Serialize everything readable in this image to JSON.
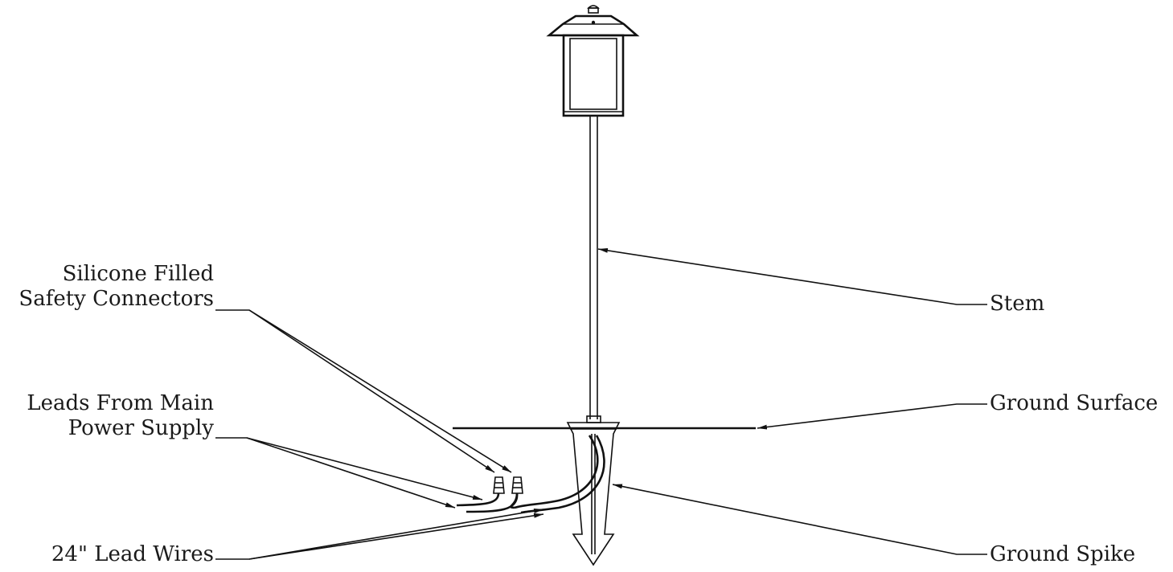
{
  "labels": {
    "silicone_line1": "Silicone Filled",
    "silicone_line2": "Safety Connectors",
    "leads_line1": "Leads From Main",
    "leads_line2": "Power Supply",
    "lead_wires": "24\" Lead Wires",
    "stem": "Stem",
    "ground_surface": "Ground Surface",
    "ground_spike": "Ground Spike"
  },
  "colors": {
    "line": "#111111",
    "text": "#1a1a1a",
    "background": "#ffffff"
  }
}
